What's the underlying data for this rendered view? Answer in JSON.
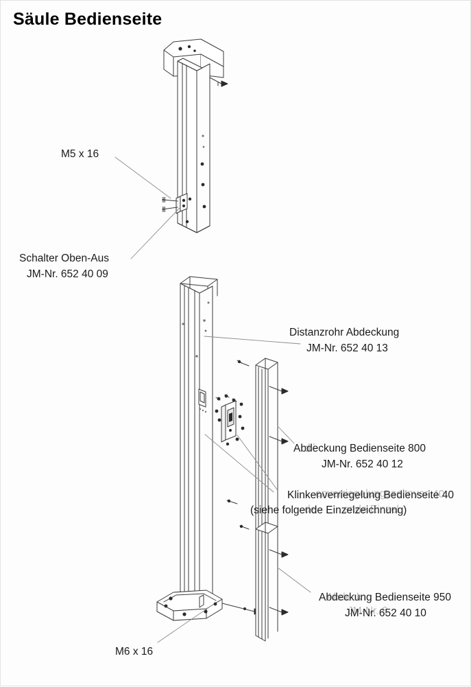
{
  "page": {
    "title": "Säule Bedienseite",
    "background": "#fdfdfd",
    "border_color": "#e2e2e2",
    "line_color": "#3a3a3a",
    "text_color": "#1a1a1a"
  },
  "labels": {
    "m5x16": "M5 x 16",
    "schalter_line1": "Schalter Oben-Aus",
    "schalter_line2": "JM-Nr. 652 40 09",
    "distanzrohr_line1": "Distanzrohr Abdeckung",
    "distanzrohr_line2": "JM-Nr. 652 40 13",
    "abdeckung800_line1": "Abdeckung Bedienseite 800",
    "abdeckung800_line2": "JM-Nr. 652 40 12",
    "klinken_line1": "Klinkenverriegelung Bedienseite 40",
    "klinken_line2": "(siehe folgende Einzelzeichnung)",
    "abdeckung950_line1": "Abdeckung Bedienseite 950",
    "abdeckung950_line2": "JM-Nr. 652 40 10",
    "m6x16": "M6 x 16"
  },
  "scan_artifacts": {
    "note": "overlapping ghost glyphs from scan",
    "a1": "dli",
    "a2": "enverriegelungsseitnver",
    "a3": "ende Einzel",
    "a4": "40",
    "a5": "de",
    "a6": "JM-Nr. 6",
    "a7": "Abdeck"
  },
  "parts": [
    {
      "name": "column-upper",
      "label_ref": "schalter_line1"
    },
    {
      "name": "column-lower",
      "label_ref": "klinken_line1"
    },
    {
      "name": "cover-strip-upper",
      "label_ref": "abdeckung800_line1"
    },
    {
      "name": "cover-strip-lower",
      "label_ref": "abdeckung950_line1"
    },
    {
      "name": "base-plate",
      "label_ref": "m6x16"
    },
    {
      "name": "switch-block",
      "label_ref": "schalter_line1"
    },
    {
      "name": "latch-block",
      "label_ref": "klinken_line1"
    }
  ]
}
